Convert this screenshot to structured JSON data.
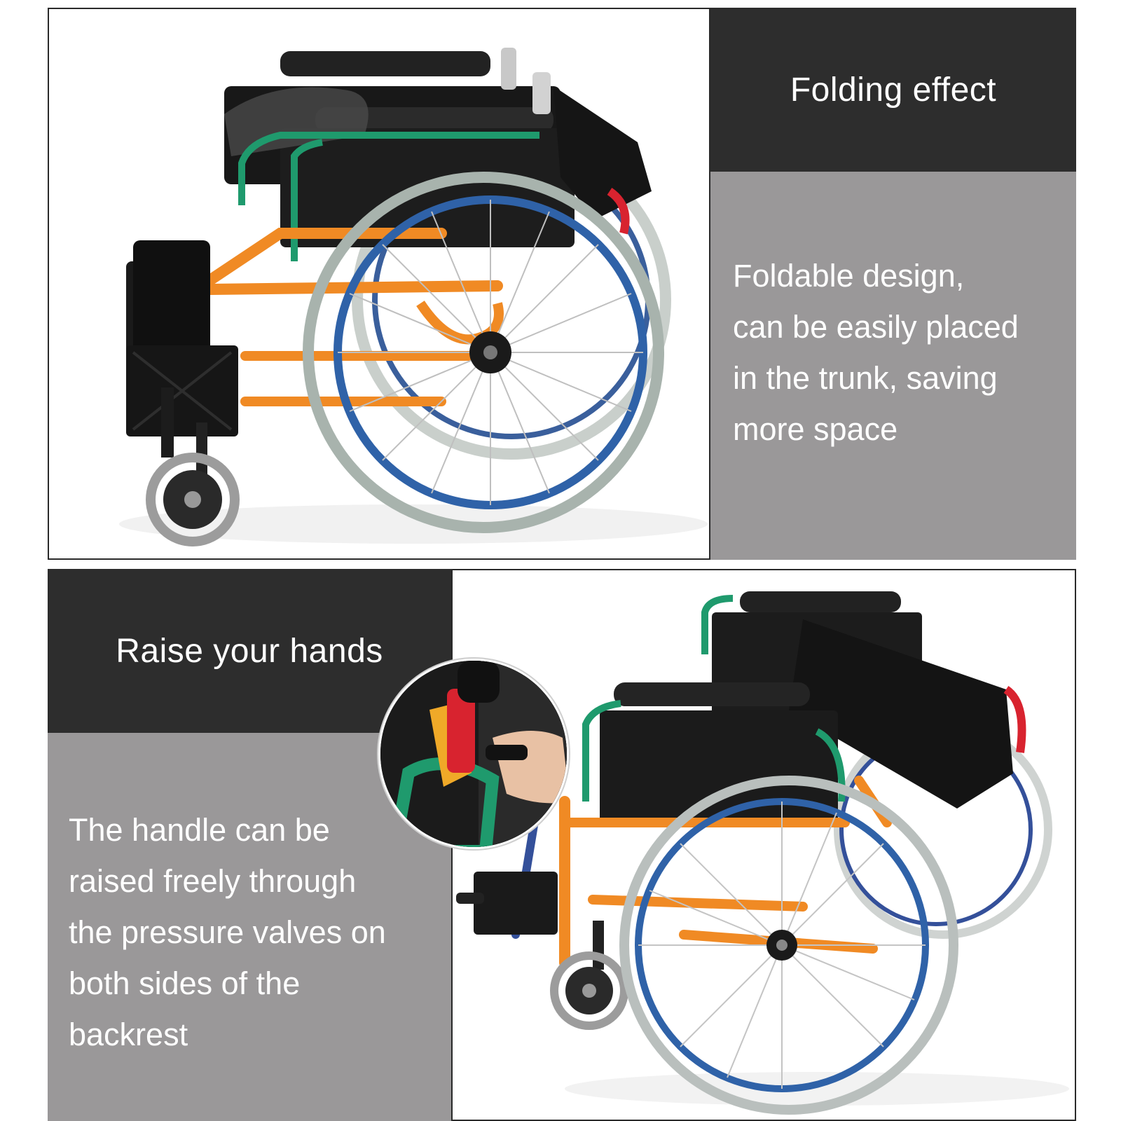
{
  "top_section": {
    "heading": "Folding effect",
    "description_lines": [
      "Foldable design,",
      "can be easily placed",
      "in the trunk, saving",
      "more space"
    ],
    "photo": {
      "subject": "folded-wheelchair-icon",
      "colors": {
        "frame": "#f08a24",
        "handrim": "#2f62a8",
        "tire": "#a8b3ad",
        "upholstery": "#1c1c1c",
        "armrest_tube": "#1f9a6d"
      }
    }
  },
  "bottom_section": {
    "heading": "Raise your hands",
    "description_lines": [
      "The handle can be",
      "raised freely through",
      "the pressure valves on",
      "both sides of the",
      "backrest"
    ],
    "photo": {
      "subject": "unfolded-wheelchair-icon",
      "inset": "pressure-valve-closeup-icon",
      "colors": {
        "frame": "#f08a24",
        "handrim": "#2f62a8",
        "tire": "#b9bfbd",
        "upholstery": "#1c1c1c",
        "armrest_tube": "#1f9a6d",
        "brake": "#d8232f"
      }
    }
  },
  "colors": {
    "dark_band": "#2d2d2d",
    "grey_block": "#9a9899",
    "text": "#ffffff"
  }
}
